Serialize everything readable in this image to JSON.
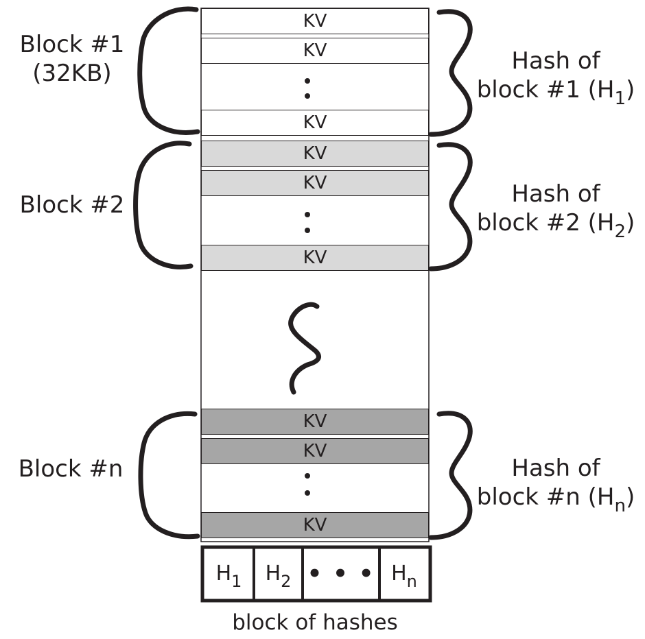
{
  "blocks": [
    {
      "label_line1": "Block #1",
      "label_line2": "(32KB)",
      "rows": [
        "KV",
        "KV",
        "KV"
      ],
      "hash_line1": "Hash of",
      "hash_line2_prefix": "block #1 (H",
      "hash_sub": "1",
      "hash_suffix": ")",
      "fill": "#ffffff"
    },
    {
      "label_line1": "Block #2",
      "rows": [
        "KV",
        "KV",
        "KV"
      ],
      "hash_line1": "Hash of",
      "hash_line2_prefix": "block #2 (H",
      "hash_sub": "2",
      "hash_suffix": ")",
      "fill": "#d9d9d9"
    },
    {
      "label_line1": "Block #n",
      "rows": [
        "KV",
        "KV",
        "KV"
      ],
      "hash_line1": "Hash of",
      "hash_line2_prefix": "block #n (H",
      "hash_sub": "n",
      "hash_suffix": ")",
      "fill": "#a6a6a6"
    }
  ],
  "hash_block": {
    "cells": [
      {
        "main": "H",
        "sub": "1"
      },
      {
        "main": "H",
        "sub": "2"
      },
      {
        "main": "• • •",
        "sub": ""
      },
      {
        "main": "H",
        "sub": "n"
      }
    ],
    "caption": "block of hashes"
  },
  "colors": {
    "ink": "#231f20",
    "white_fill": "#ffffff",
    "light_fill": "#d9d9d9",
    "dark_fill": "#a6a6a6"
  }
}
